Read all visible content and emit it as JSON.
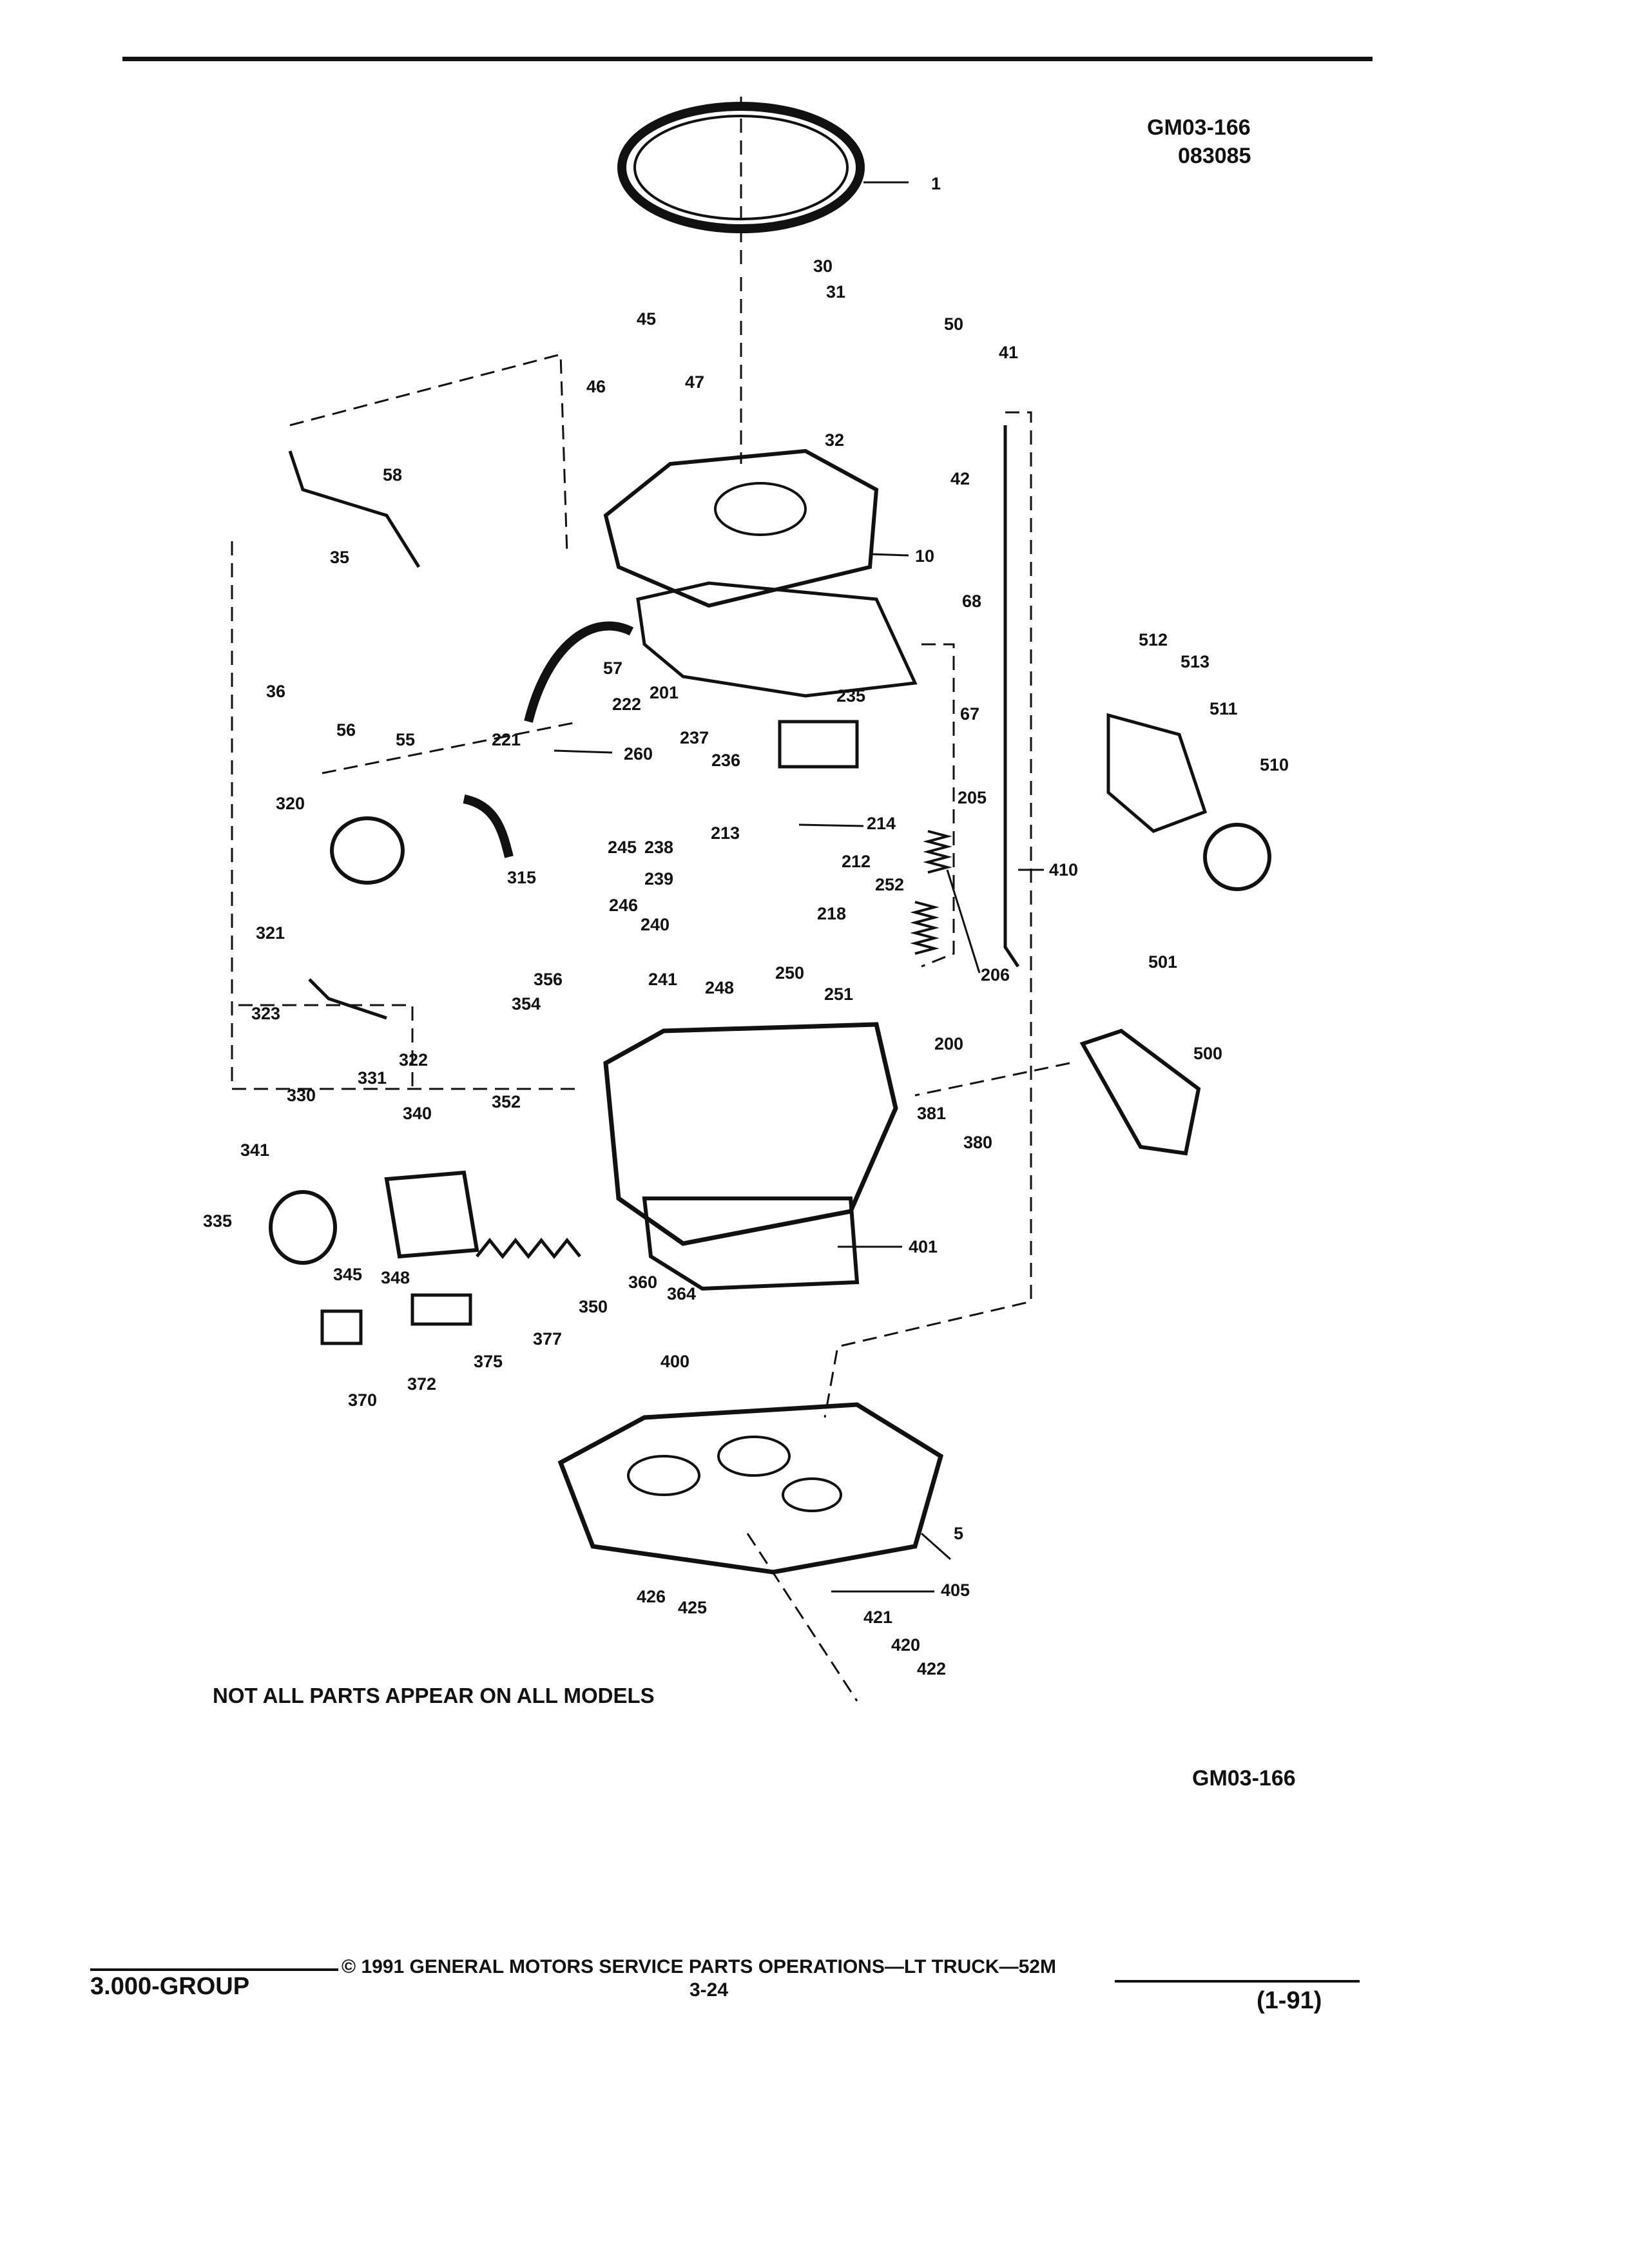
{
  "header": {
    "figure_id": "GM03-166",
    "figure_code": "083085"
  },
  "diagram": {
    "callouts": [
      "1",
      "5",
      "10",
      "30",
      "31",
      "32",
      "35",
      "36",
      "41",
      "42",
      "45",
      "46",
      "47",
      "50",
      "55",
      "56",
      "57",
      "58",
      "67",
      "68",
      "200",
      "201",
      "205",
      "206",
      "212",
      "213",
      "214",
      "218",
      "221",
      "222",
      "235",
      "236",
      "237",
      "238",
      "239",
      "240",
      "241",
      "245",
      "246",
      "248",
      "250",
      "251",
      "252",
      "260",
      "315",
      "320",
      "321",
      "322",
      "323",
      "330",
      "331",
      "335",
      "340",
      "341",
      "345",
      "348",
      "350",
      "352",
      "354",
      "356",
      "360",
      "364",
      "370",
      "372",
      "375",
      "377",
      "380",
      "381",
      "400",
      "401",
      "405",
      "410",
      "420",
      "421",
      "422",
      "425",
      "426",
      "500",
      "501",
      "510",
      "511",
      "512",
      "513"
    ]
  },
  "note": "NOT ALL PARTS APPEAR ON ALL MODELS",
  "figure_id_bottom": "GM03-166",
  "footer": {
    "group": "3.000-GROUP",
    "copyright": "© 1991 GENERAL MOTORS SERVICE PARTS OPERATIONS—LT TRUCK—52M",
    "page": "3-24",
    "date": "(1-91)"
  }
}
